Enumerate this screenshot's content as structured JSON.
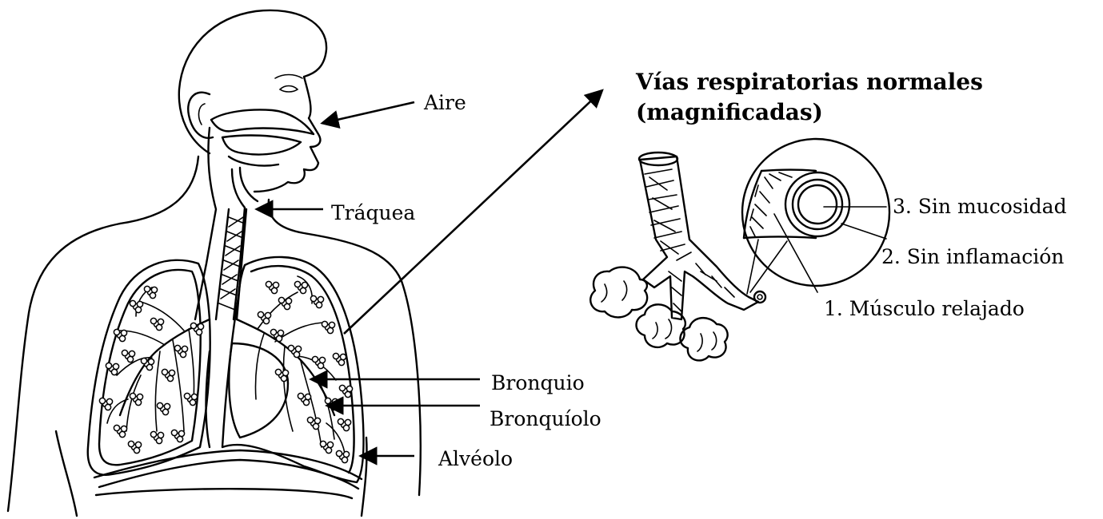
{
  "title_line1": "Vías respiratorias normales",
  "title_line2": "(magnificadas)",
  "labels": {
    "aire": "Aire",
    "traquea": "Tráquea",
    "bronquio": "Bronquio",
    "bronquiolo": "Bronquíolo",
    "alveolo": "Alvéolo",
    "sin_mucosidad": "3. Sin mucosidad",
    "sin_inflamacion": "2. Sin inflamación",
    "musculo_relajado": "1.  Músculo relajado"
  }
}
